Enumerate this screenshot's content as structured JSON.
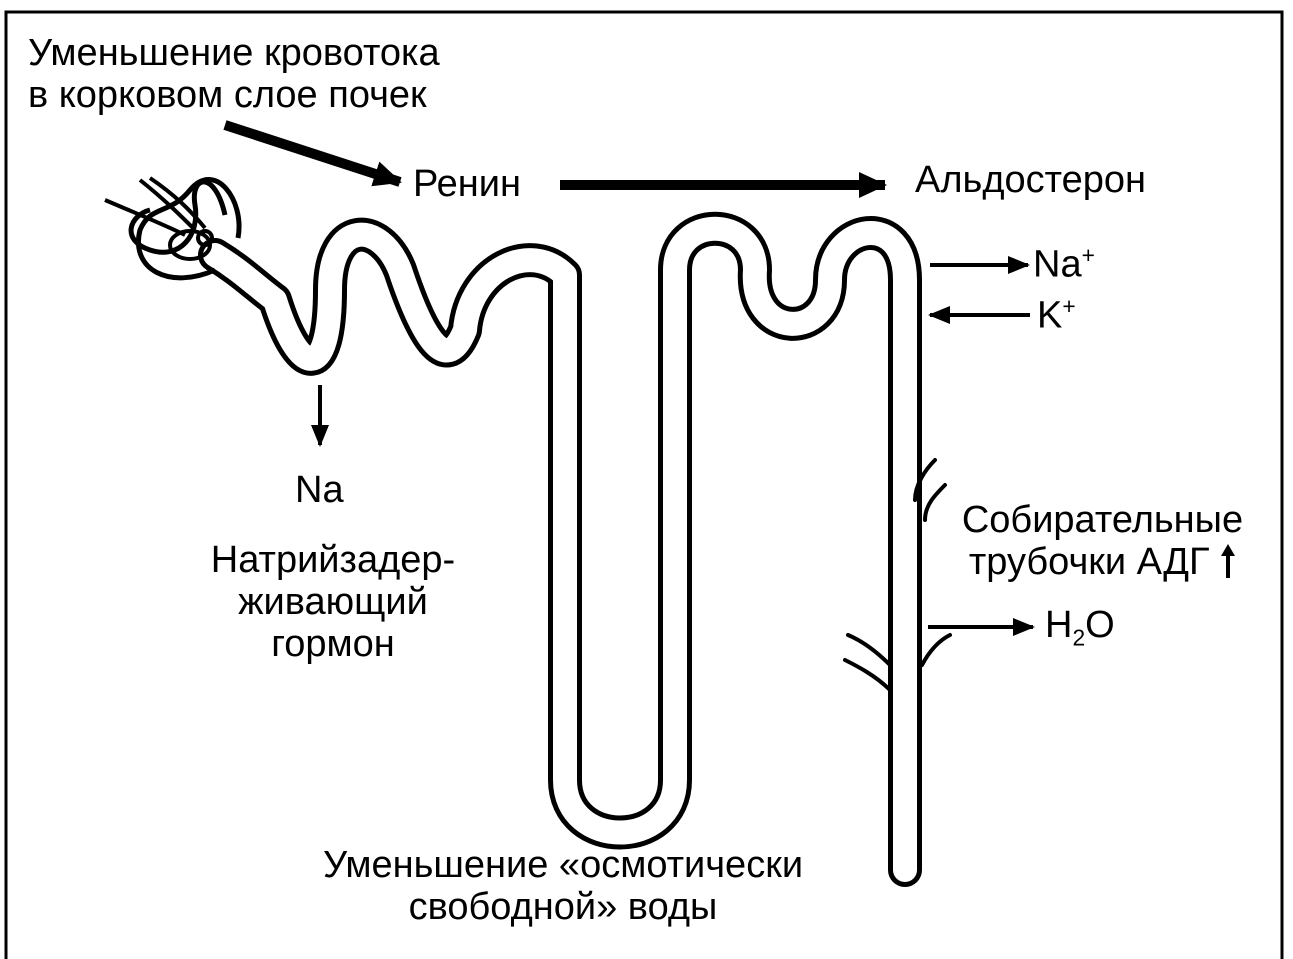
{
  "labels": {
    "cortical_flow": [
      "Уменьшение кровотока",
      "в корковом слое почек"
    ],
    "renin": "Ренин",
    "aldosterone": "Альдостерон",
    "na_plus": {
      "symbol": "Na",
      "sup": "+"
    },
    "k_plus": {
      "symbol": "K",
      "sup": "+"
    },
    "na": "Na",
    "natriuretic": [
      "Натрийзадер-",
      "живающий",
      "гормон"
    ],
    "collecting": [
      "Собирательные",
      "трубочки АДГ"
    ],
    "adh_up_icon": "arrow-up-icon",
    "water": {
      "h": "H",
      "sub": "2",
      "o": "O"
    },
    "free_water": [
      "Уменьшение «осмотически",
      "свободной» воды"
    ]
  },
  "colors": {
    "ink": "#000000",
    "background": "#ffffff"
  }
}
